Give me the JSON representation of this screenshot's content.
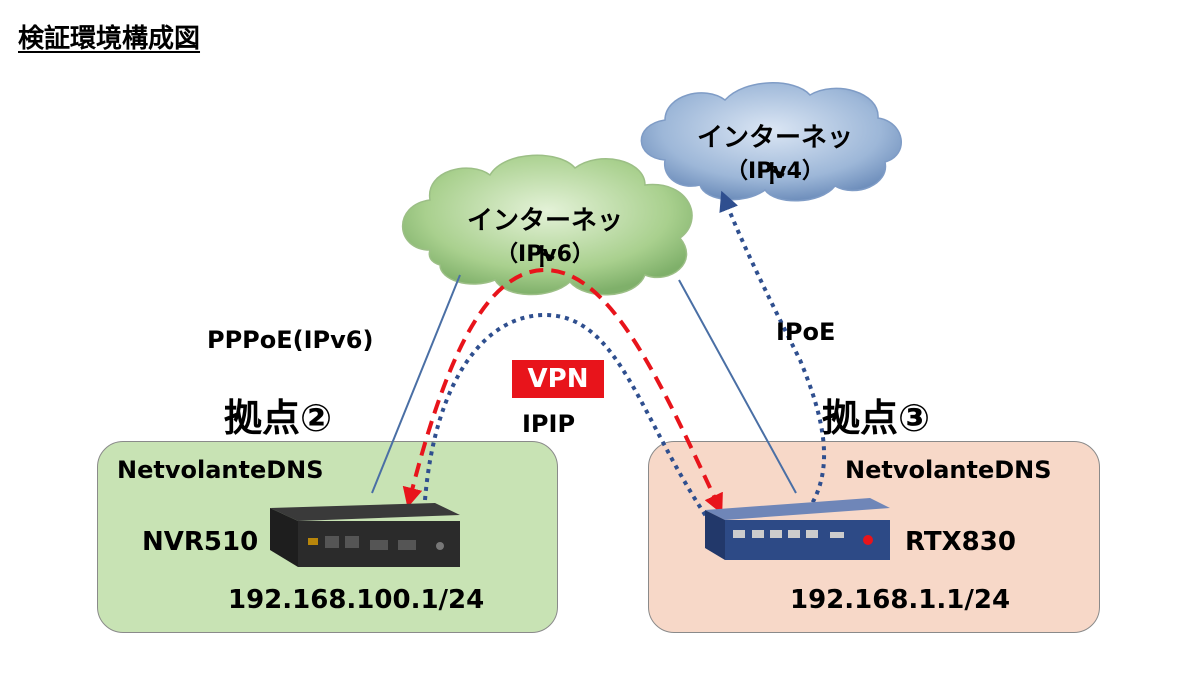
{
  "title": "検証環境構成図",
  "cloud_ipv4": {
    "label": "インターネット",
    "sub": "（IPv4）"
  },
  "cloud_ipv6": {
    "label": "インターネット",
    "sub": "（IPv6）"
  },
  "links": {
    "pppoe": "PPPoE(IPv6)",
    "ipoe": "IPoE",
    "vpn": "VPN",
    "ipip": "IPIP"
  },
  "site2": {
    "name": "拠点②",
    "dns": "NetvolanteDNS",
    "router": "NVR510",
    "subnet": "192.168.100.1/24"
  },
  "site3": {
    "name": "拠点③",
    "dns": "NetvolanteDNS",
    "router": "RTX830",
    "subnet": "192.168.1.1/24"
  },
  "colors": {
    "vpn_red": "#e8141b",
    "tunnel_blue": "#2f4f8f",
    "line_blue": "#4a6fa5",
    "site2_bg": "#c8e3b4",
    "site3_bg": "#f7d8c8"
  }
}
